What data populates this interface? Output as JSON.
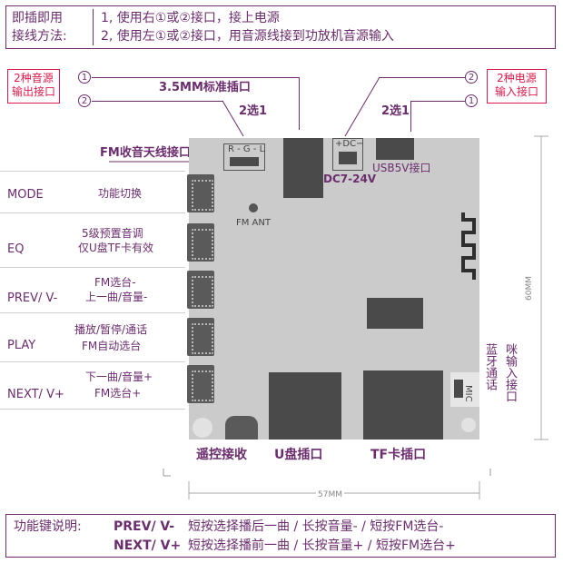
{
  "top_info": {
    "label_line1": "即插即用",
    "label_line2": "接线方法:",
    "line1": "1, 使用右①或②接口，接上电源",
    "line2": "2, 使用左①或②接口，用音源线接到功放机音源输入"
  },
  "left_box": {
    "line1": "2种音源",
    "line2": "输出接口"
  },
  "right_box": {
    "line1": "2种电源",
    "line2": "输入接口"
  },
  "circle_1": "1",
  "circle_2": "2",
  "labels": {
    "jack": "3.5MM标准插口",
    "choose_left": "2选1",
    "choose_right": "2选1",
    "fm_antenna": "FM收音天线接口",
    "fm_ant_silk": "FM ANT",
    "rgl": "R - G - L",
    "dc_silk": "+DC−",
    "dc_voltage": "DC7-24V",
    "usb": "USB5V接口",
    "mic_silk": "MIC",
    "bt_mic_line1": "蓝牙通话",
    "bt_mic_line2": "咪输入接口",
    "remote": "遥控接收",
    "udisk": "U盘插口",
    "tf": "TF卡插口",
    "dim_height": "60MM",
    "dim_width": "57MM"
  },
  "buttons": [
    {
      "name": "MODE",
      "desc1": "功能切换",
      "desc2": ""
    },
    {
      "name": "EQ",
      "desc1": "5级预置音调",
      "desc2": "仅U盘TF卡有效"
    },
    {
      "name": "PREV/ V-",
      "desc1": "FM选台-",
      "desc2": "上一曲/音量-"
    },
    {
      "name": "PLAY",
      "desc1": "播放/暂停/通话",
      "desc2": "FM自动选台"
    },
    {
      "name": "NEXT/ V+",
      "desc1": "下一曲/音量+",
      "desc2": "FM选台+"
    }
  ],
  "bottom_info": {
    "title": "功能键说明:",
    "row1_key": "PREV/ V-",
    "row1_desc": "短按选择播后一曲 / 长按音量-  / 短按FM选台-",
    "row2_key": "NEXT/ V+",
    "row2_desc": "短按选择播前一曲 / 长按音量+ / 短按FM选台+"
  },
  "colors": {
    "text": "#6b2d6e",
    "accent": "#e0194b",
    "board": "#cbcbcb"
  }
}
